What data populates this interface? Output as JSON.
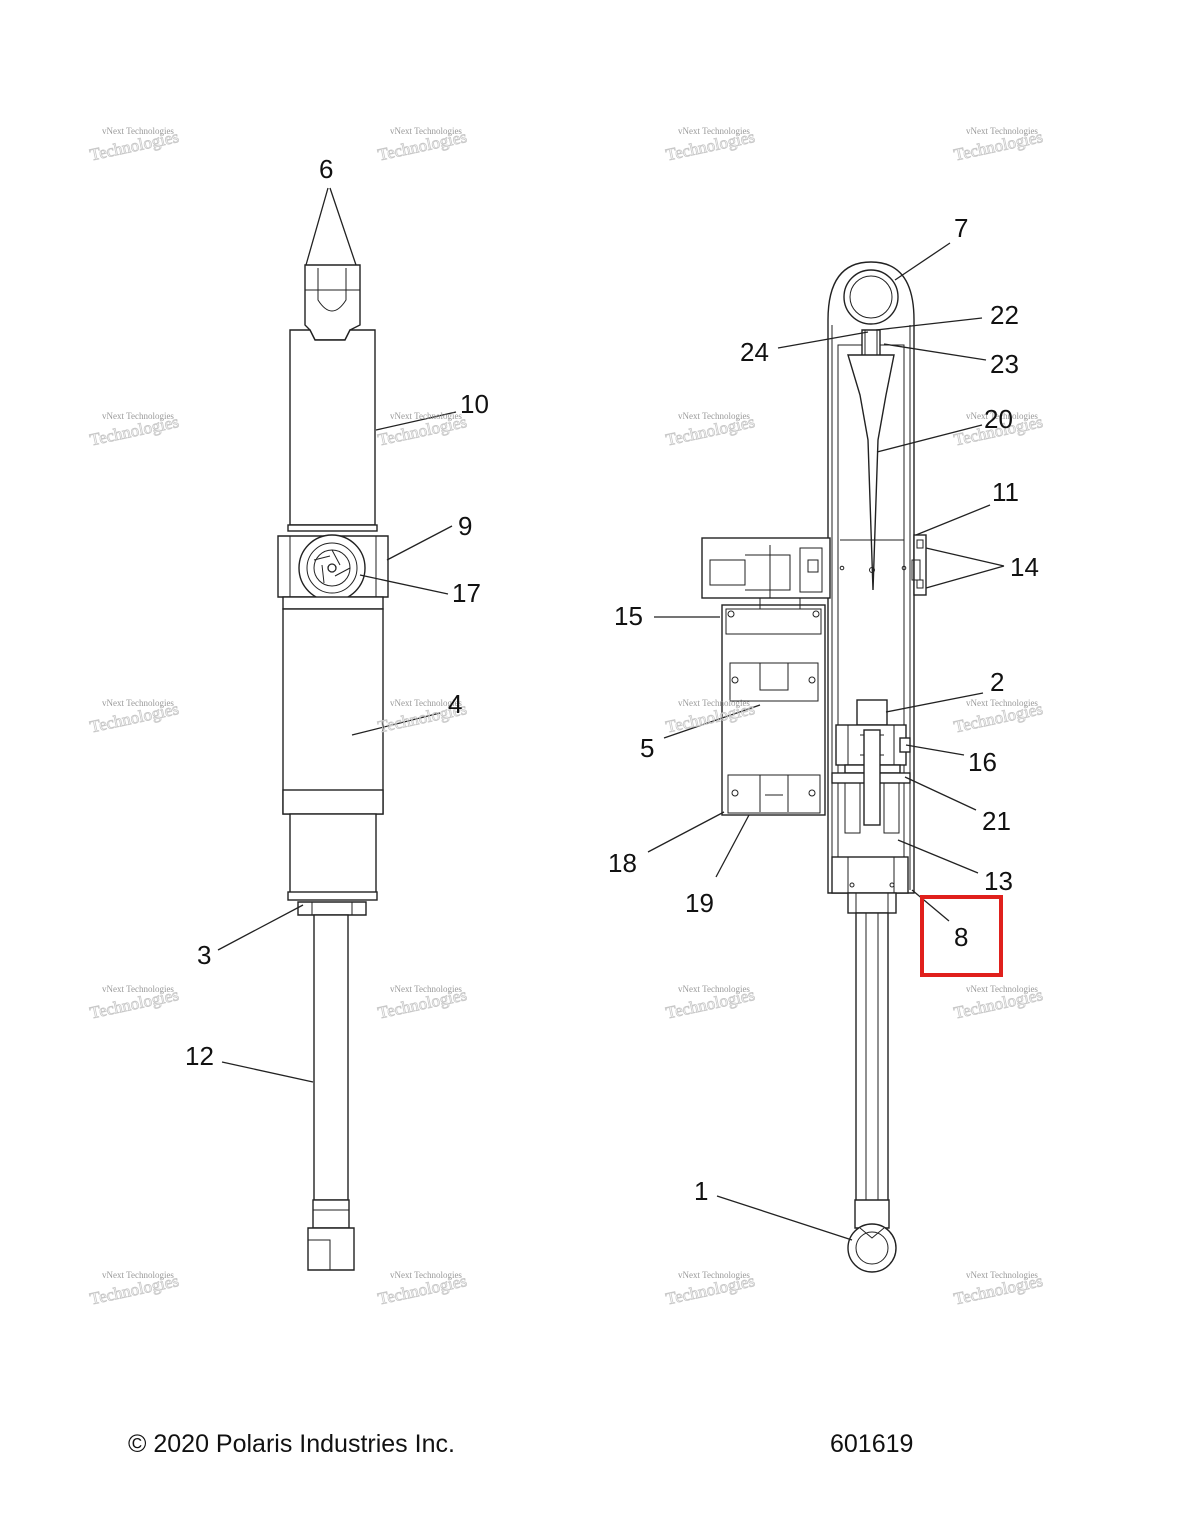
{
  "watermark": {
    "line1": "vNext Technologies",
    "line2": "Technologies"
  },
  "callouts": [
    "1",
    "2",
    "3",
    "4",
    "5",
    "6",
    "7",
    "8",
    "9",
    "10",
    "11",
    "12",
    "13",
    "14",
    "15",
    "16",
    "17",
    "18",
    "19",
    "20",
    "21",
    "22",
    "23",
    "24"
  ],
  "highlight": {
    "callout": "8",
    "color": "#e0201c"
  },
  "footer": {
    "copyright": "© 2020 Polaris Industries Inc.",
    "drawing_number": "601619"
  }
}
